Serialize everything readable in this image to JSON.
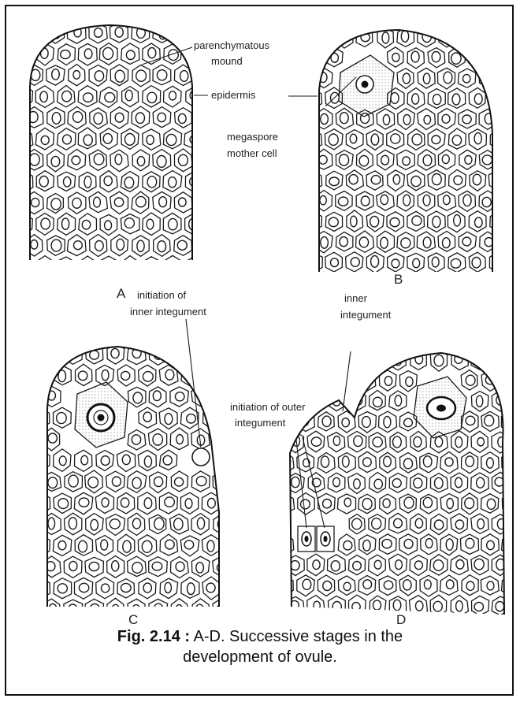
{
  "labels": {
    "parenchymatous_mound_1": "parenchymatous",
    "parenchymatous_mound_2": "mound",
    "epidermis": "epidermis",
    "megaspore_1": "megaspore",
    "megaspore_2": "mother cell",
    "init_inner_1": "initiation of",
    "init_inner_2": "inner integument",
    "inner_int_1": "inner",
    "inner_int_2": "integument",
    "init_outer_1": "initiation of outer",
    "init_outer_2": "integument"
  },
  "panels": {
    "a": "A",
    "b": "B",
    "c": "C",
    "d": "D"
  },
  "caption": {
    "fig_label": "Fig. 2.14 :",
    "line1": " A-D. Successive stages in the",
    "line2": "development of ovule."
  }
}
